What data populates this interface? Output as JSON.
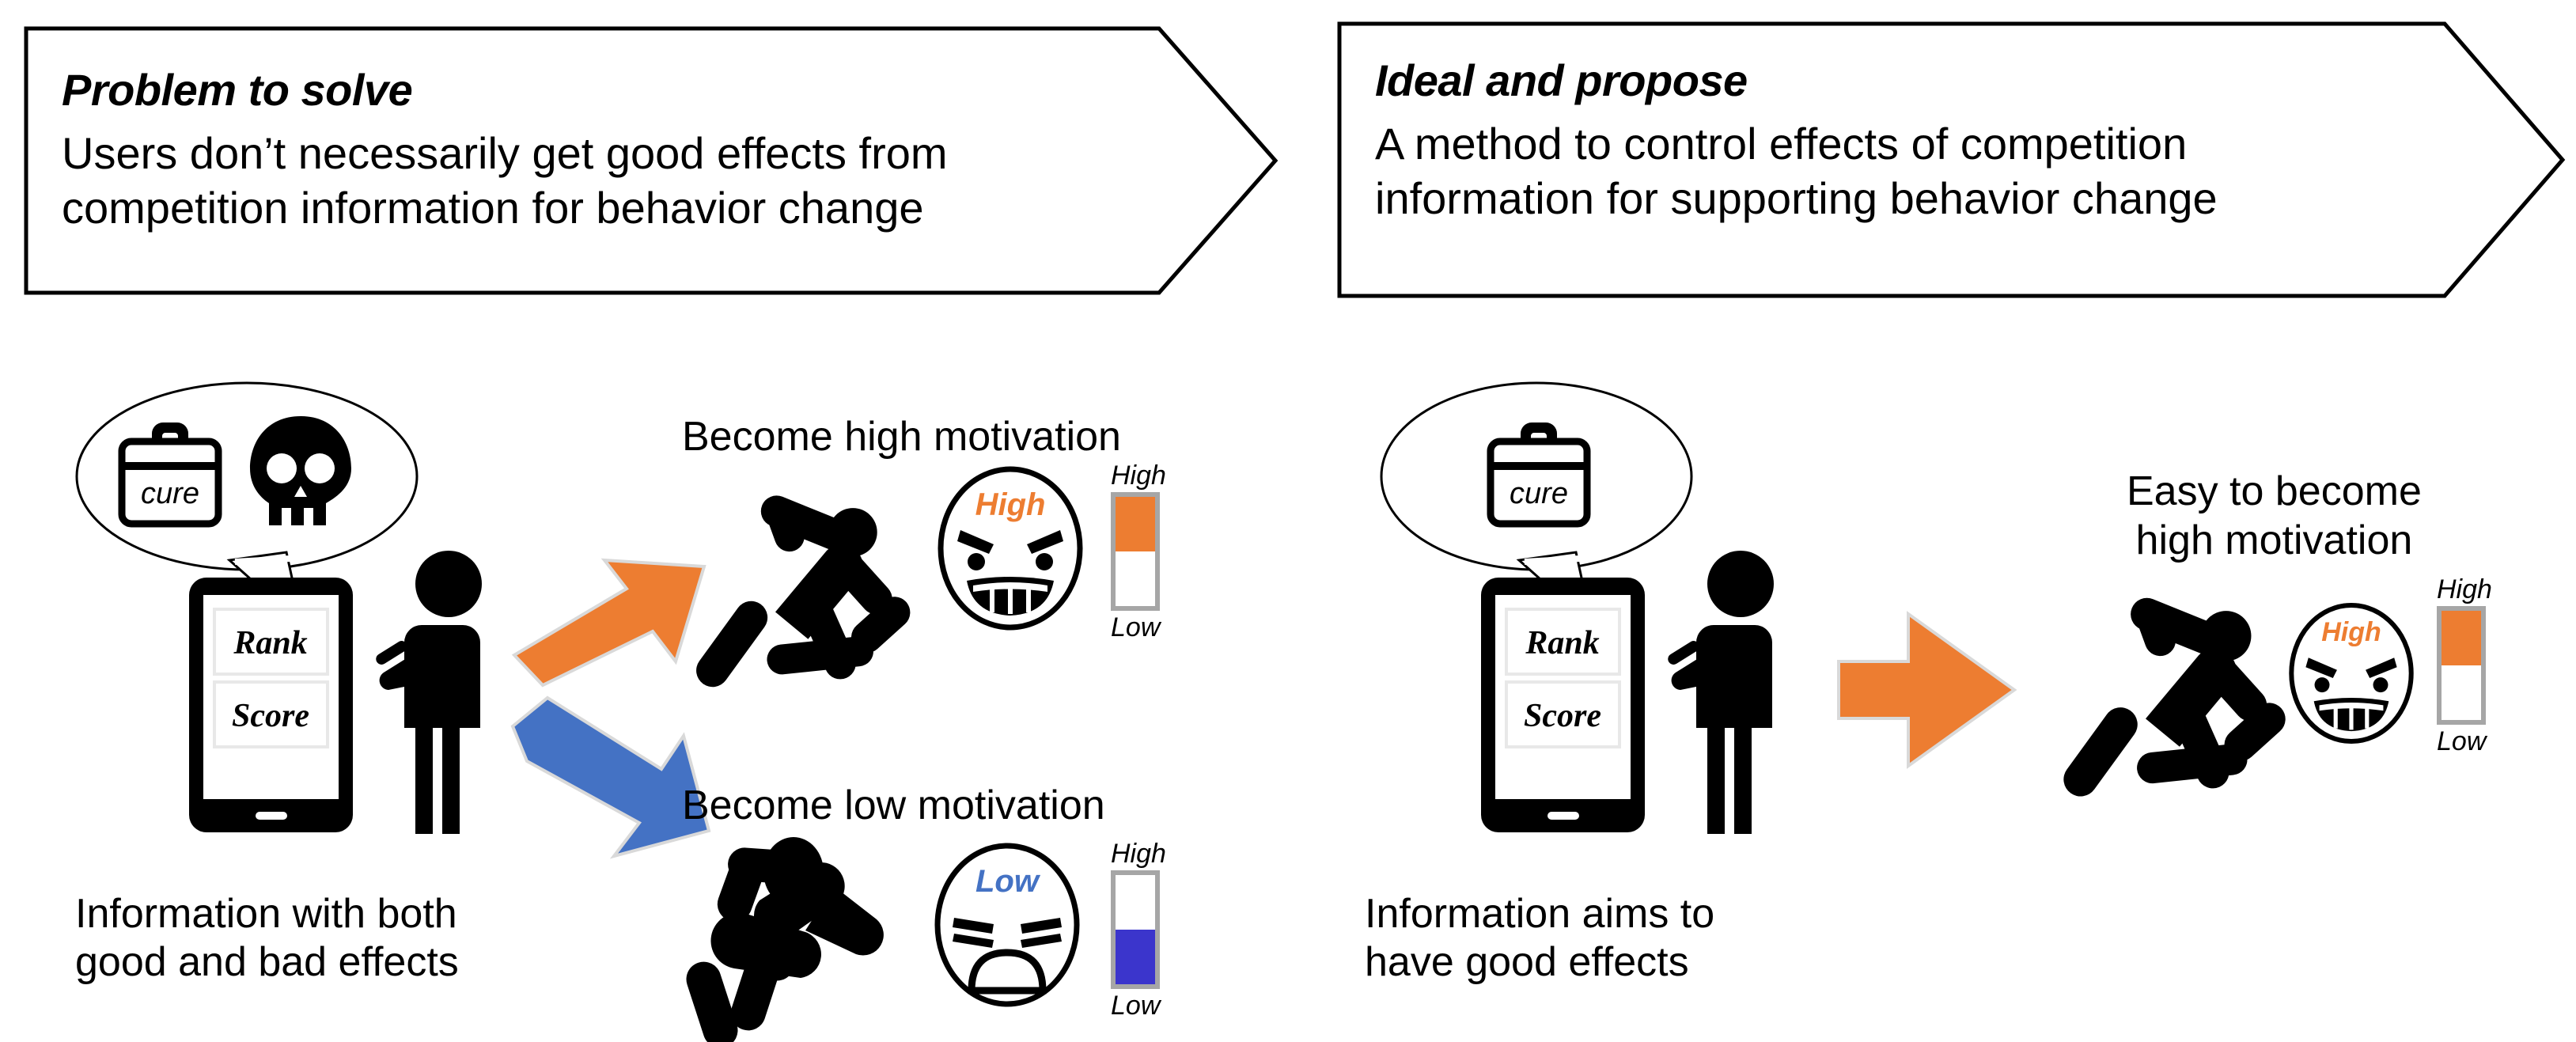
{
  "colors": {
    "orange": "#ED7D31",
    "blue_arrow": "#4472C4",
    "blue_fill": "#3B35CC",
    "gauge_border": "#A6A6A6",
    "outline": "#000000"
  },
  "panels": [
    {
      "id": "problem",
      "banner": {
        "title": "Problem to solve",
        "body": "Users don’t necessarily get good effects from\ncompetition information for behavior change"
      },
      "phone": {
        "bubble_icons": [
          "first-aid-kit-icon",
          "skull-icon"
        ],
        "kit_label": "cure",
        "screen_rows": [
          "Rank",
          "Score"
        ]
      },
      "caption": "Information with both\ngood and bad effects",
      "branches": [
        {
          "arrow": "arrow-up-right",
          "arrow_color": "#ED7D31",
          "label": "Become high motivation",
          "figure": "running-person-icon",
          "face": "grinning-face-icon",
          "face_word": "High",
          "face_word_color": "#ED7D31",
          "gauge": {
            "top_label": "High",
            "bottom_label": "Low",
            "fill_color": "#ED7D31",
            "fill_percent": 50,
            "fill_from": "top"
          }
        },
        {
          "arrow": "arrow-down-right",
          "arrow_color": "#4472C4",
          "label": "Become low motivation",
          "figure": "lounging-person-icon",
          "face": "sad-face-icon",
          "face_word": "Low",
          "face_word_color": "#4472C4",
          "gauge": {
            "top_label": "High",
            "bottom_label": "Low",
            "fill_color": "#3B35CC",
            "fill_percent": 50,
            "fill_from": "bottom"
          }
        }
      ]
    },
    {
      "id": "ideal",
      "banner": {
        "title": "Ideal and propose",
        "body": "A method to control effects of competition\ninformation for supporting behavior change"
      },
      "phone": {
        "bubble_icons": [
          "first-aid-kit-icon"
        ],
        "kit_label": "cure",
        "screen_rows": [
          "Rank",
          "Score"
        ]
      },
      "caption": "Information aims to\nhave good effects",
      "branches": [
        {
          "arrow": "arrow-right",
          "arrow_color": "#ED7D31",
          "label": "Easy to become\nhigh motivation",
          "figure": "running-person-icon",
          "face": "grinning-face-icon",
          "face_word": "High",
          "face_word_color": "#ED7D31",
          "gauge": {
            "top_label": "High",
            "bottom_label": "Low",
            "fill_color": "#ED7D31",
            "fill_percent": 50,
            "fill_from": "top"
          }
        }
      ]
    }
  ]
}
